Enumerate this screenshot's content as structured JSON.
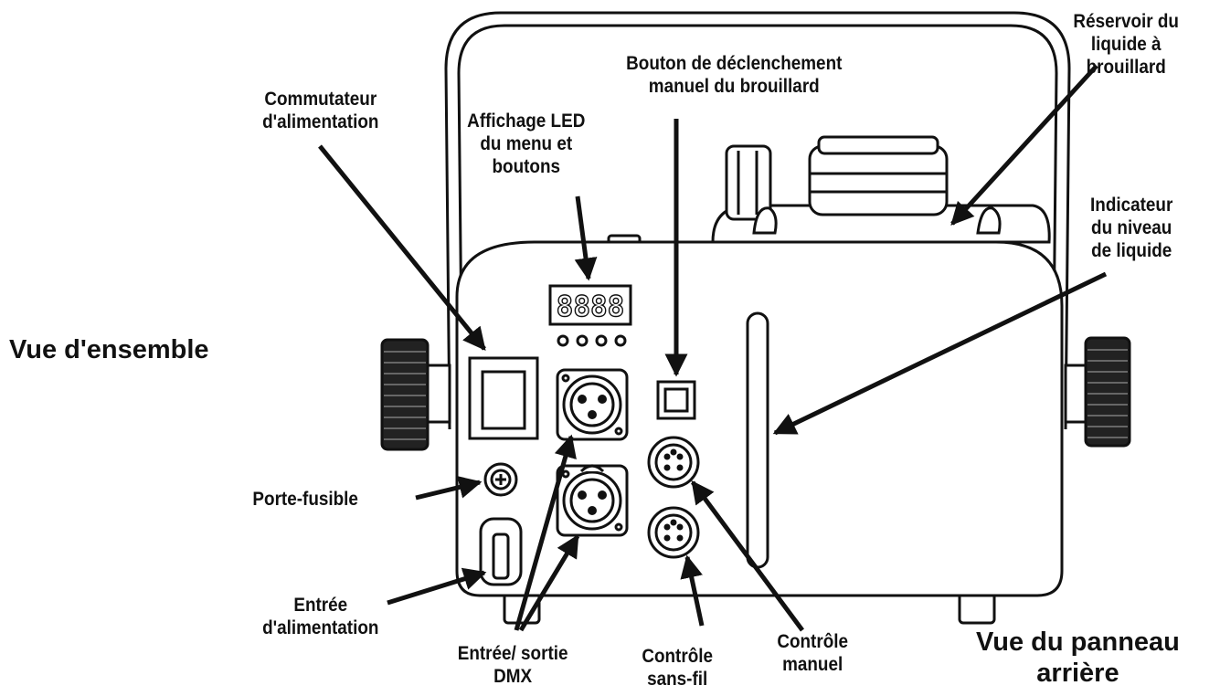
{
  "labels": {
    "overview": "Vue d'ensemble",
    "power_switch": [
      "Commutateur",
      "d'alimentation"
    ],
    "led_display": [
      "Affichage LED",
      "du menu et",
      "boutons"
    ],
    "fog_button": [
      "Bouton de déclenchement",
      "manuel du brouillard"
    ],
    "reservoir": [
      "Réservoir du",
      "liquide à",
      "brouillard"
    ],
    "level_indicator": [
      "Indicateur",
      "du niveau",
      "de liquide"
    ],
    "fuse_holder": "Porte-fusible",
    "power_input": [
      "Entrée",
      "d'alimentation"
    ],
    "dmx_io": [
      "Entrée/ sortie",
      "DMX"
    ],
    "wireless_control": [
      "Contrôle",
      "sans-fil"
    ],
    "manual_control": [
      "Contrôle",
      "manuel"
    ],
    "rear_view": [
      "Vue du panneau",
      "arrière"
    ]
  },
  "led_digits": "8888"
}
